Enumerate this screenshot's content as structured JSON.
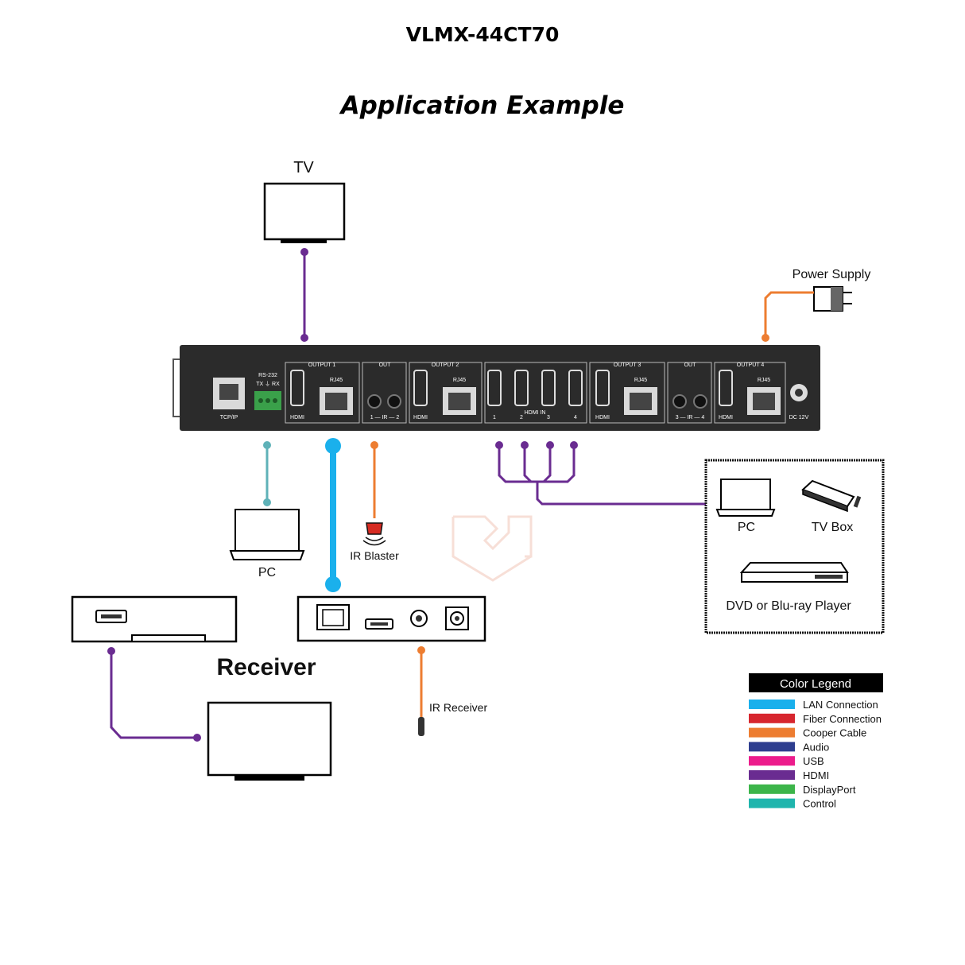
{
  "header": {
    "model": "VLMX-44CT70",
    "subtitle": "Application Example"
  },
  "devices": {
    "tv_top": "TV",
    "power_supply": "Power Supply",
    "pc_left": "PC",
    "ir_blaster": "IR Blaster",
    "ir_receiver": "IR Receiver",
    "receiver": "Receiver",
    "source_pc": "PC",
    "source_tvbox": "TV Box",
    "source_dvd": "DVD or Blu-ray Player"
  },
  "panel": {
    "tcpip": "TCP/IP",
    "rs232": "RS-232",
    "rs232_pins": "TX ⏚ RX",
    "output1": "OUTPUT 1",
    "output2": "OUTPUT 2",
    "output3": "OUTPUT 3",
    "output4": "OUTPUT 4",
    "hdmi": "HDMI",
    "rj45": "RJ45",
    "out": "OUT",
    "ir12": "1 — IR — 2",
    "ir34": "3 — IR — 4",
    "hdmi_in": "HDMI IN",
    "in1": "1",
    "in2": "2",
    "in3": "3",
    "in4": "4",
    "dc": "DC 12V"
  },
  "legend": {
    "title": "Color Legend",
    "items": [
      {
        "label": "LAN Connection",
        "color": "#1ab0ec"
      },
      {
        "label": "Fiber Connection",
        "color": "#d7262e"
      },
      {
        "label": "Cooper Cable",
        "color": "#ed7d31"
      },
      {
        "label": "Audio",
        "color": "#2e3e8f"
      },
      {
        "label": "USB",
        "color": "#ec1c8c"
      },
      {
        "label": "HDMI",
        "color": "#6a2c91"
      },
      {
        "label": "DisplayPort",
        "color": "#3cb54a"
      },
      {
        "label": "Control",
        "color": "#1fb5ad"
      }
    ]
  },
  "colors": {
    "hdmi": "#6a2c91",
    "lan": "#1ab0ec",
    "copper": "#ed7d31",
    "control": "#5fb2b8",
    "panel": "#2b2b2b"
  }
}
